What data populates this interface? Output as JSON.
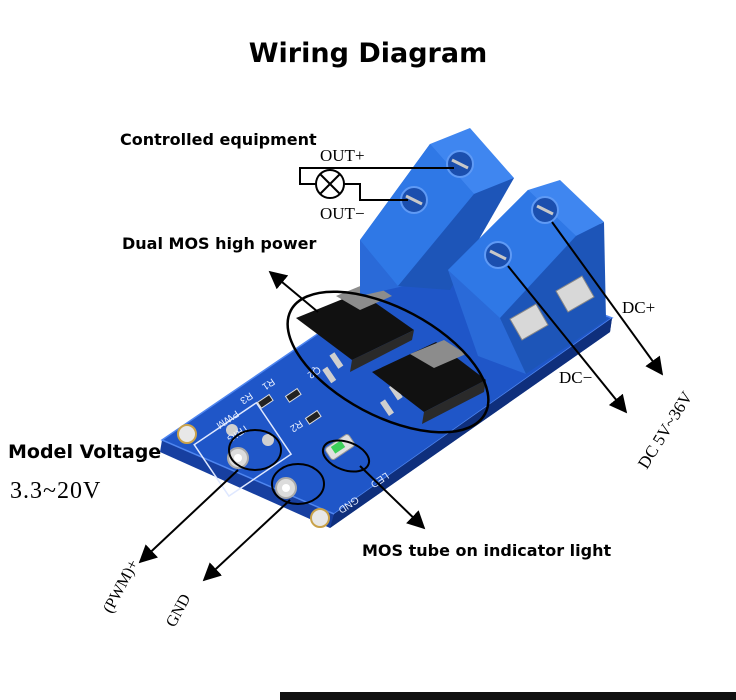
{
  "title": "Wiring Diagram",
  "labels": {
    "controlled_equipment": "Controlled equipment",
    "dual_mos": "Dual MOS high power",
    "model_voltage": "Model Voltage",
    "model_voltage_range": "3.3~20V",
    "indicator_light": "MOS tube on indicator light",
    "out_plus": "OUT+",
    "out_minus": "OUT−",
    "dc_plus": "DC+",
    "dc_minus": "DC−",
    "dc_range": "DC 5V~36V",
    "pwm_plus": "(PWM)+",
    "gnd": "GND"
  },
  "board_silkscreen": {
    "q2": "Q2",
    "r1": "R1",
    "r2": "R2",
    "r3": "R3",
    "pwm": "PWM",
    "trig": "TRIG",
    "led": "LED",
    "gnd": "GND"
  },
  "colors": {
    "pcb": "#1f56c8",
    "terminal": "#2f78e6",
    "mosfet": "#1a1a1a"
  }
}
